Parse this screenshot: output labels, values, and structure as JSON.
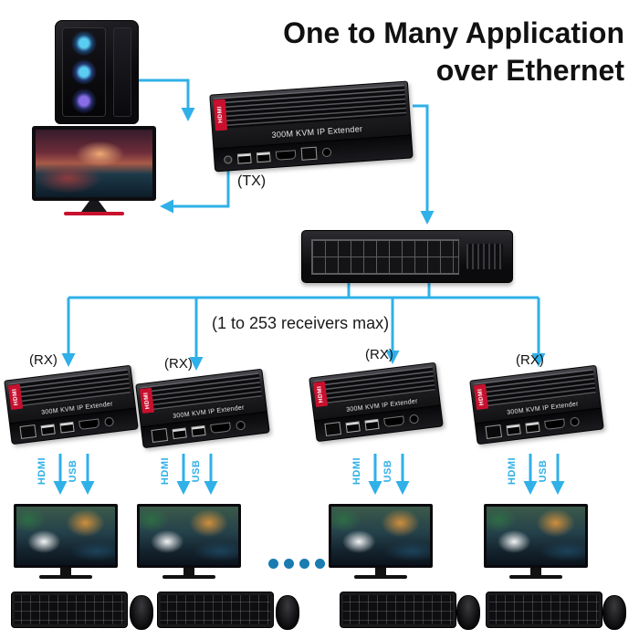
{
  "title": {
    "line1": "One to Many Application",
    "line2": "over Ethernet"
  },
  "tx": {
    "tag": "(TX)",
    "brand": "HDMI",
    "model": "300M KVM IP Extender"
  },
  "network_note": "(1 to 253 receivers max)",
  "io_labels": {
    "hdmi": "HDMI",
    "usb": "USB"
  },
  "rx_units": [
    {
      "tag": "(RX)",
      "brand": "HDMI",
      "model": "300M KVM IP Extender"
    },
    {
      "tag": "(RX)",
      "brand": "HDMI",
      "model": "300M KVM IP Extender"
    },
    {
      "tag": "(RX)",
      "brand": "HDMI",
      "model": "300M KVM IP Extender"
    },
    {
      "tag": "(RX)",
      "brand": "HDMI",
      "model": "300M KVM IP Extender"
    }
  ],
  "ellipsis_dot_count": 4,
  "colors": {
    "arrow": "#2fb0e8",
    "ellipsis_dots": "#1a7cb0",
    "brand_badge": "#c8102e",
    "title_text": "#111111"
  }
}
